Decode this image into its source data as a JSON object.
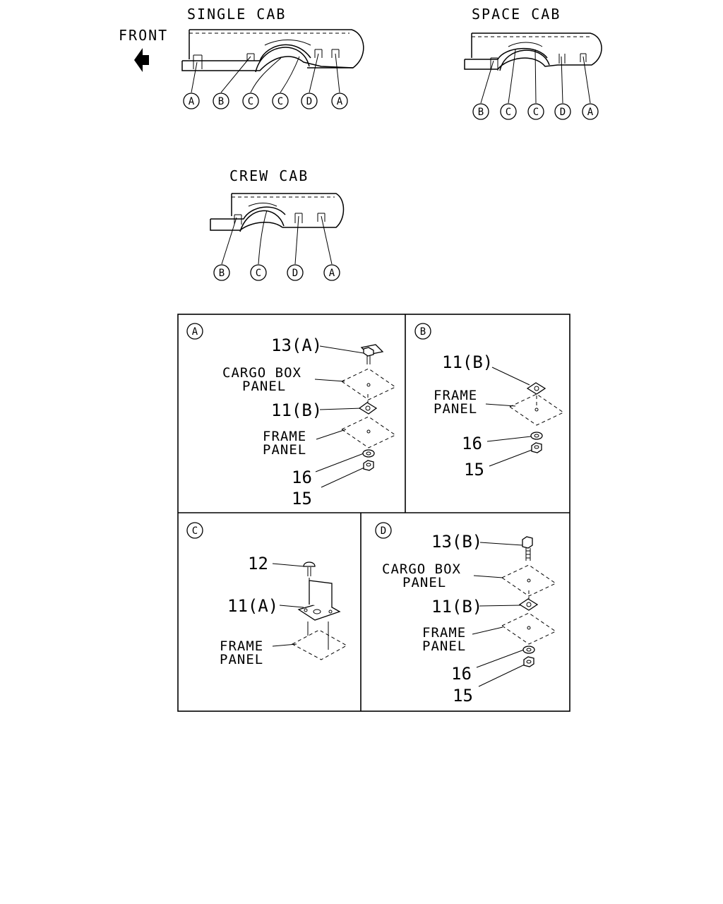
{
  "top_views": {
    "front_label": "FRONT",
    "single_cab": {
      "title": "SINGLE CAB",
      "callouts": [
        "A",
        "B",
        "C",
        "C",
        "D",
        "A"
      ]
    },
    "space_cab": {
      "title": "SPACE CAB",
      "callouts": [
        "B",
        "C",
        "C",
        "D",
        "A"
      ]
    },
    "crew_cab": {
      "title": "CREW CAB",
      "callouts": [
        "B",
        "C",
        "D",
        "A"
      ]
    }
  },
  "details": {
    "A": {
      "id": "A",
      "part_bolt": "13(A)",
      "cargo_box_line1": "CARGO BOX",
      "cargo_box_line2": "PANEL",
      "part_plate": "11(B)",
      "frame_line1": "FRAME",
      "frame_line2": "PANEL",
      "part_washer": "16",
      "part_nut": "15"
    },
    "B": {
      "id": "B",
      "part_plate": "11(B)",
      "frame_line1": "FRAME",
      "frame_line2": "PANEL",
      "part_washer": "16",
      "part_nut": "15"
    },
    "C": {
      "id": "C",
      "part_screw": "12",
      "part_bracket": "11(A)",
      "frame_line1": "FRAME",
      "frame_line2": "PANEL"
    },
    "D": {
      "id": "D",
      "part_bolt": "13(B)",
      "cargo_box_line1": "CARGO BOX",
      "cargo_box_line2": "PANEL",
      "part_plate": "11(B)",
      "frame_line1": "FRAME",
      "frame_line2": "PANEL",
      "part_washer": "16",
      "part_nut": "15"
    }
  }
}
